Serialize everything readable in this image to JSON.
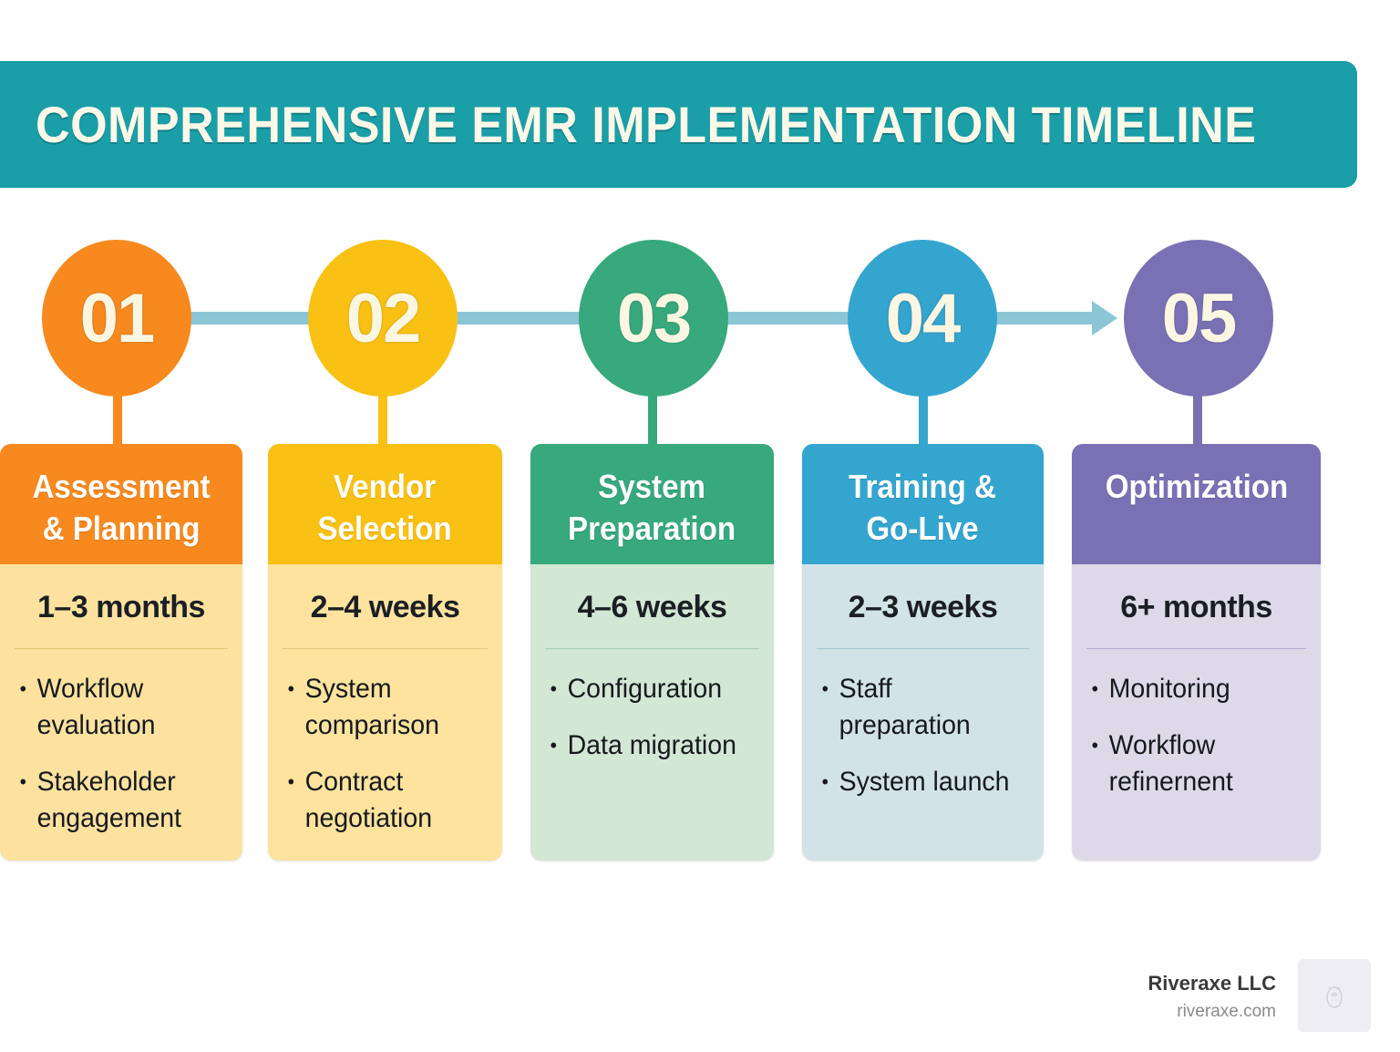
{
  "header": {
    "title": "COMPREHENSIVE EMR IMPLEMENTATION TIMELINE",
    "background_color": "#1a9ea8"
  },
  "timeline": {
    "connector_color": "#8cc6d6",
    "arrow_icon": "arrow-right-icon"
  },
  "steps": [
    {
      "number": "01",
      "title": "Assessment\n& Planning",
      "duration": "1–3 months",
      "items": [
        "Workflow evaluation",
        "Stakeholder engagement"
      ],
      "color": "#f7891f",
      "body_color": "#fde29f"
    },
    {
      "number": "02",
      "title": "Vendor\nSelection",
      "duration": "2–4 weeks",
      "items": [
        "System comparison",
        "Contract negotiation"
      ],
      "color": "#f8c113",
      "body_color": "#fde39e"
    },
    {
      "number": "03",
      "title": "System\nPreparation",
      "duration": "4–6 weeks",
      "items": [
        "Configuration",
        "Data migration"
      ],
      "color": "#37a97c",
      "body_color": "#d2e7d4"
    },
    {
      "number": "04",
      "title": "Training &\nGo-Live",
      "duration": "2–3 weeks",
      "items": [
        "Staff preparation",
        "System launch"
      ],
      "color": "#34a5cf",
      "body_color": "#d1e3e7"
    },
    {
      "number": "05",
      "title": "Optimization",
      "duration": "6+ months",
      "items": [
        "Monitoring",
        "Workflow refinernent"
      ],
      "color": "#7a71b5",
      "body_color": "#ddd9e8"
    }
  ],
  "footer": {
    "company": "Riveraxe LLC",
    "url": "riveraxe.com",
    "logo_icon": "bear-logo-icon"
  }
}
